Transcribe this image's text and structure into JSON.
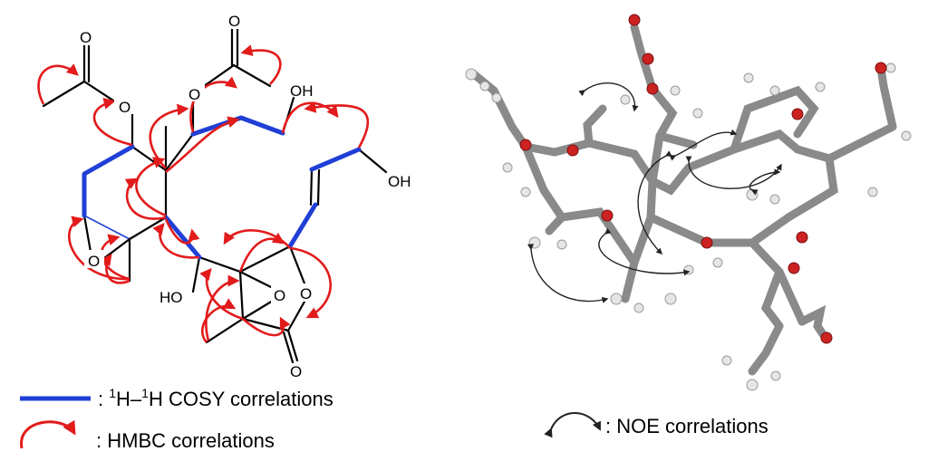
{
  "structure_2d": {
    "atom_labels": {
      "o_acetyl_left_carbonyl": "O",
      "o_acetyl_left_ester": "O",
      "o_acetyl_right_carbonyl": "O",
      "o_acetyl_right_ester": "O",
      "oh_top": "OH",
      "oh_right": "OH",
      "o_left_epoxide": "O",
      "ho_bottom": "HO",
      "o_right_epoxide": "O",
      "o_lactone_ring": "O",
      "o_lactone_carbonyl": "O"
    }
  },
  "legend": {
    "cosy_prefix": ": ",
    "cosy_h1": "H",
    "cosy_sep": "–",
    "cosy_h2": "H",
    "cosy_sup1": "1",
    "cosy_sup2": "1",
    "cosy_text": " COSY correlations",
    "hmbc_label": ": HMBC correlations",
    "noe_label": ": NOE correlations"
  },
  "colors": {
    "cosy": "#1f3fd6",
    "hmbc": "#e21b1b",
    "bond": "#000000",
    "model_carbon": "#8a8a8a",
    "model_hydrogen": "#e6e6e6",
    "model_oxygen": "#cc2222"
  }
}
